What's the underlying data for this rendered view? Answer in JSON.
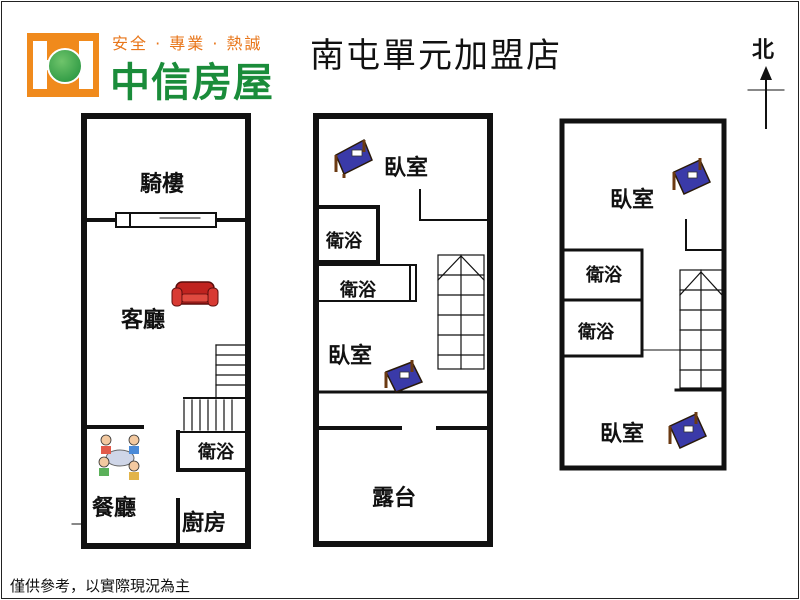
{
  "header": {
    "slogan": "安全 · 專業 · 熱誠",
    "brand_name": "中信房屋",
    "store_name": "南屯單元加盟店",
    "north_label": "北"
  },
  "floor1": {
    "arcade": "騎樓",
    "living": "客廳",
    "bath": "衛浴",
    "dining": "餐廳",
    "kitchen": "廚房"
  },
  "floor2": {
    "bedroom_top": "臥室",
    "bath_left": "衛浴",
    "bath_center": "衛浴",
    "bedroom_mid": "臥室",
    "terrace": "露台"
  },
  "floor3": {
    "bedroom_top": "臥室",
    "bath_top": "衛浴",
    "bath_bottom": "衛浴",
    "bedroom_bottom": "臥室"
  },
  "footer": {
    "disclaimer": "僅供參考，以實際現況為主"
  },
  "colors": {
    "logo_orange": "#f08a1c",
    "logo_green": "#1a8c3a",
    "wall": "#111111",
    "sofa": "#c0231f",
    "bed": "#3a3aa8"
  }
}
